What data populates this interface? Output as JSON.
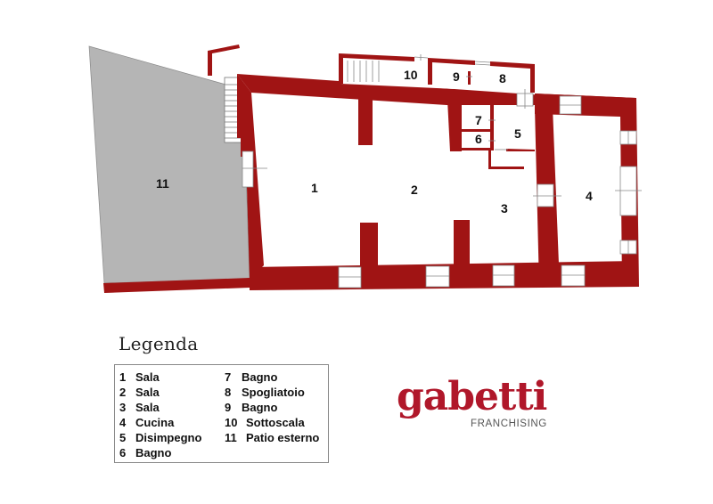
{
  "colors": {
    "wall": "#a01414",
    "patio": "#b5b5b5",
    "background": "#ffffff",
    "brand": "#b0172a",
    "brand_sub": "#555555"
  },
  "plan": {
    "rooms": [
      {
        "id": "1",
        "label": "1"
      },
      {
        "id": "2",
        "label": "2"
      },
      {
        "id": "3",
        "label": "3"
      },
      {
        "id": "4",
        "label": "4"
      },
      {
        "id": "5",
        "label": "5"
      },
      {
        "id": "6",
        "label": "6"
      },
      {
        "id": "7",
        "label": "7"
      },
      {
        "id": "8",
        "label": "8"
      },
      {
        "id": "9",
        "label": "9"
      },
      {
        "id": "10",
        "label": "10"
      },
      {
        "id": "11",
        "label": "11"
      }
    ]
  },
  "legend": {
    "title": "Legenda",
    "column1": [
      {
        "num": "1",
        "name": "Sala"
      },
      {
        "num": "2",
        "name": "Sala"
      },
      {
        "num": "3",
        "name": "Sala"
      },
      {
        "num": "4",
        "name": "Cucina"
      },
      {
        "num": "5",
        "name": "Disimpegno"
      },
      {
        "num": "6",
        "name": "Bagno"
      }
    ],
    "column2": [
      {
        "num": "7",
        "name": "Bagno"
      },
      {
        "num": "8",
        "name": "Spogliatoio"
      },
      {
        "num": "9",
        "name": "Bagno"
      },
      {
        "num": "10",
        "name": "Sottoscala"
      },
      {
        "num": "11",
        "name": "Patio esterno"
      }
    ]
  },
  "logo": {
    "word": "gabetti",
    "sub": "FRANCHISING"
  }
}
